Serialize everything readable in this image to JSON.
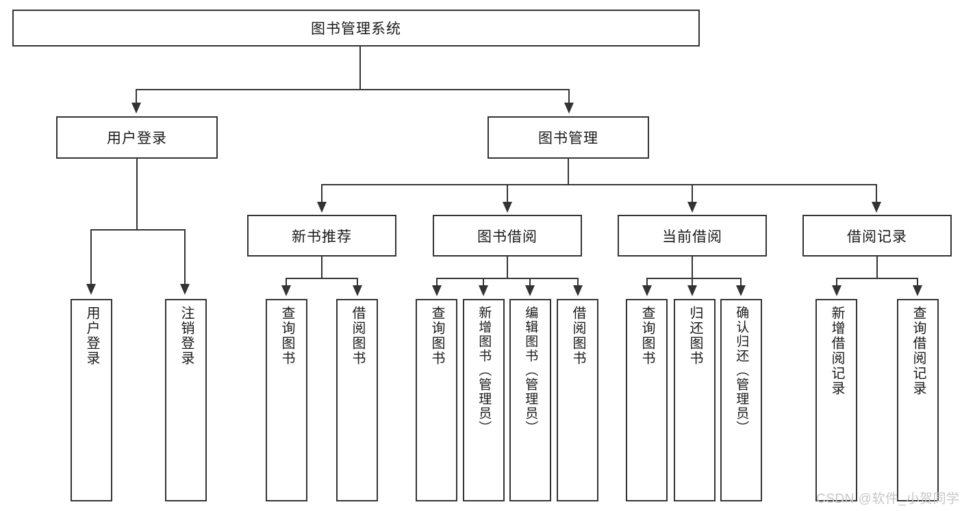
{
  "diagram": {
    "type": "tree-hierarchy",
    "title": "图书管理系统",
    "root": {
      "label": "图书管理系统"
    },
    "level2": [
      {
        "label": "用户登录"
      },
      {
        "label": "图书管理"
      }
    ],
    "level3": [
      {
        "label": "新书推荐"
      },
      {
        "label": "图书借阅"
      },
      {
        "label": "当前借阅"
      },
      {
        "label": "借阅记录"
      }
    ],
    "leaves": {
      "user_login": [
        {
          "label": "用户登录"
        },
        {
          "label": "注销登录"
        }
      ],
      "new_book_recommend": [
        {
          "label": "查询图书"
        },
        {
          "label": "借阅图书"
        }
      ],
      "book_borrow": [
        {
          "label": "查询图书"
        },
        {
          "label": "新增图书（管理员）"
        },
        {
          "label": "编辑图书（管理员）"
        },
        {
          "label": "借阅图书"
        }
      ],
      "current_borrow": [
        {
          "label": "查询图书"
        },
        {
          "label": "归还图书"
        },
        {
          "label": "确认归还（管理员）"
        }
      ],
      "borrow_record": [
        {
          "label": "新增借阅记录"
        },
        {
          "label": "查询借阅记录"
        }
      ]
    }
  },
  "watermark": {
    "text": "CSDN @软件_小贺同学"
  },
  "colors": {
    "stroke": "#333333",
    "text": "#1a1a1a",
    "background": "#ffffff",
    "watermark": "#c7c7c7"
  }
}
